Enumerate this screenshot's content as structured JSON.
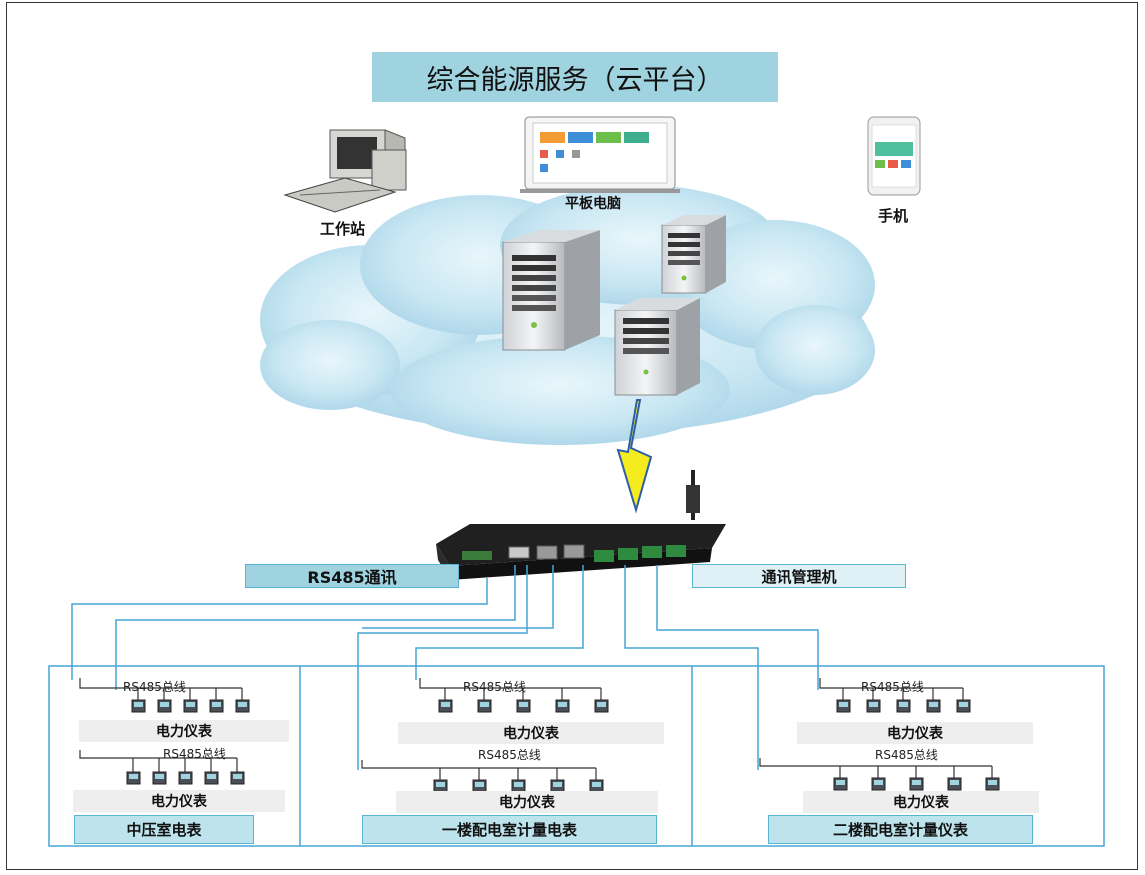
{
  "title": "综合能源服务（云平台）",
  "devices": {
    "workstation": "工作站",
    "tablet": "平板电脑",
    "phone": "手机"
  },
  "gateway": {
    "rs485_label": "RS485通讯",
    "manager_label": "通讯管理机"
  },
  "groups": [
    {
      "name": "中压室电表",
      "bus_top": "RS485总线",
      "bus_bottom": "RS485总线",
      "meter_top": "电力仪表",
      "meter_bottom": "电力仪表"
    },
    {
      "name": "一楼配电室计量电表",
      "bus_top": "RS485总线",
      "bus_bottom": "RS485总线",
      "meter_top": "电力仪表",
      "meter_bottom": "电力仪表"
    },
    {
      "name": "二楼配电室计量仪表",
      "bus_top": "RS485总线",
      "bus_bottom": "RS485总线",
      "meter_top": "电力仪表",
      "meter_bottom": "电力仪表"
    }
  ]
}
